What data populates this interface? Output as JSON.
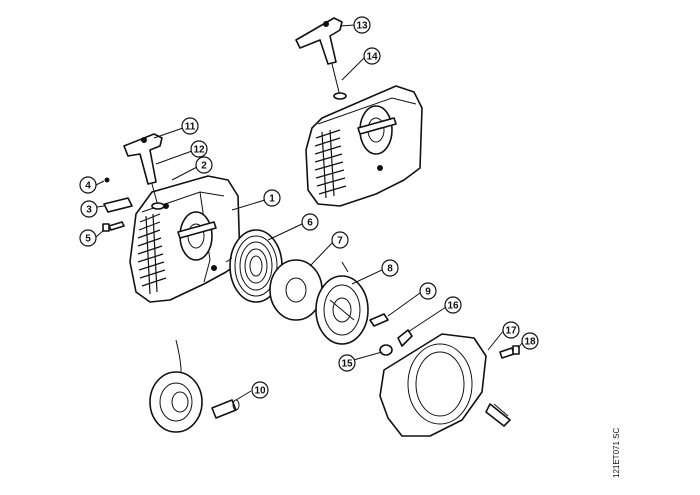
{
  "drawing_code": "121ET071 SC",
  "callouts": [
    {
      "id": "c1",
      "label": "1"
    },
    {
      "id": "c2",
      "label": "2"
    },
    {
      "id": "c3",
      "label": "3"
    },
    {
      "id": "c4",
      "label": "4"
    },
    {
      "id": "c5",
      "label": "5"
    },
    {
      "id": "c6",
      "label": "6"
    },
    {
      "id": "c7",
      "label": "7"
    },
    {
      "id": "c8",
      "label": "8"
    },
    {
      "id": "c9",
      "label": "9"
    },
    {
      "id": "c10",
      "label": "10"
    },
    {
      "id": "c11",
      "label": "11"
    },
    {
      "id": "c12",
      "label": "12"
    },
    {
      "id": "c13",
      "label": "13"
    },
    {
      "id": "c14",
      "label": "14"
    },
    {
      "id": "c15",
      "label": "15"
    },
    {
      "id": "c16",
      "label": "16"
    },
    {
      "id": "c17",
      "label": "17"
    },
    {
      "id": "c18",
      "label": "18"
    }
  ]
}
